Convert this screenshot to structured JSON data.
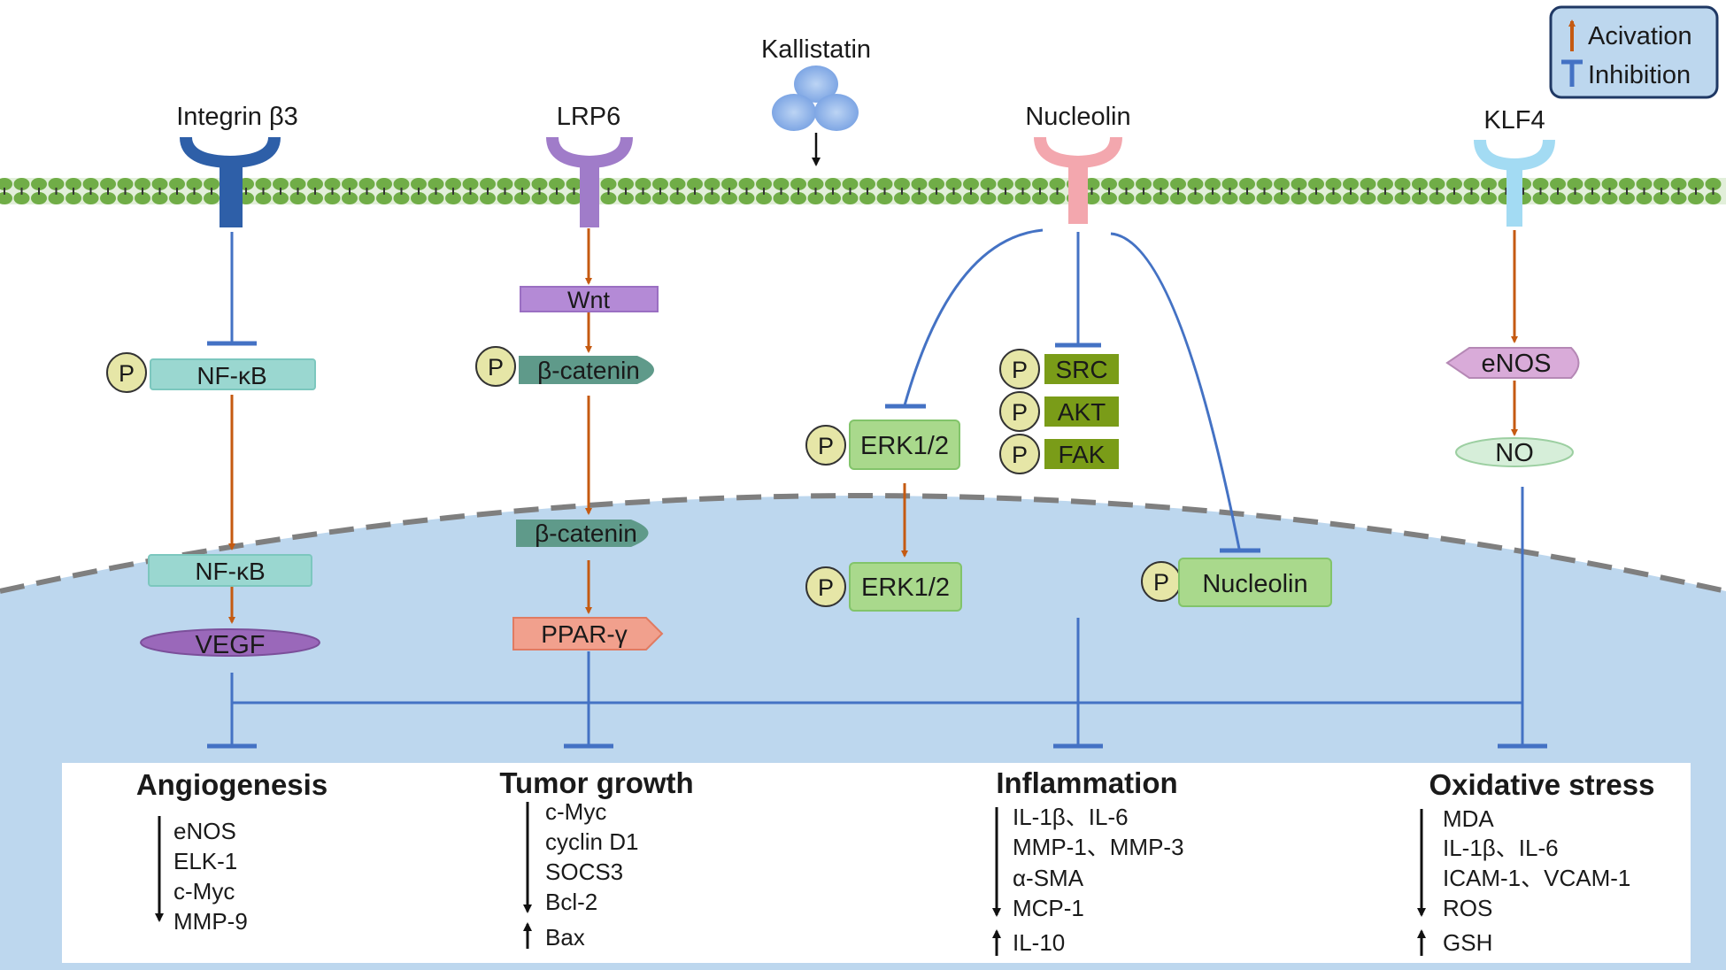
{
  "ligand": {
    "label": "Kallistatin"
  },
  "legend": {
    "activation_label": "Acivation",
    "inhibition_label": "Inhibition"
  },
  "colors": {
    "activation": "#c55a11",
    "inhibition": "#4472c4",
    "membrane": "#70ad47",
    "nucleus": "#bdd7ee"
  },
  "receptors": {
    "integrin": "Integrin β3",
    "lrp6": "LRP6",
    "nucleolin": "Nucleolin",
    "klf4": "KLF4"
  },
  "phospho_label": "P",
  "nodes": {
    "nfkb_cyto": "NF-κB",
    "wnt": "Wnt",
    "bcatenin_cyto": "β-catenin",
    "src": "SRC",
    "akt": "AKT",
    "fak": "FAK",
    "erk_cyto": "ERK1/2",
    "enos": "eNOS",
    "no": "NO",
    "nfkb_nuc": "NF-κB",
    "vegf": "VEGF",
    "bcatenin_nuc": "β-catenin",
    "pparg": "PPAR-γ",
    "erk_nuc": "ERK1/2",
    "nucleolin_nuc": "Nucleolin"
  },
  "outcomes": [
    {
      "title": "Angiogenesis",
      "down": [
        "eNOS",
        "ELK-1",
        "c-Myc",
        "MMP-9"
      ],
      "up": []
    },
    {
      "title": "Tumor growth",
      "down": [
        "c-Myc",
        "cyclin D1",
        "SOCS3",
        "Bcl-2"
      ],
      "up": [
        "Bax"
      ]
    },
    {
      "title": "Inflammation",
      "down": [
        "IL-1β、IL-6",
        "MMP-1、MMP-3",
        "α-SMA",
        "MCP-1"
      ],
      "up": [
        "IL-10"
      ]
    },
    {
      "title": "Oxidative stress",
      "down": [
        "MDA",
        "IL-1β、IL-6",
        "ICAM-1、VCAM-1",
        "ROS"
      ],
      "up": [
        "GSH"
      ]
    }
  ]
}
